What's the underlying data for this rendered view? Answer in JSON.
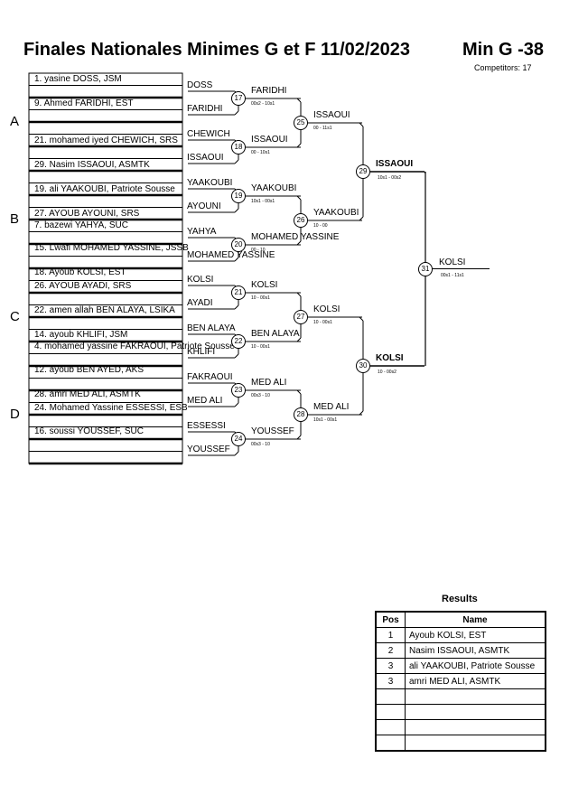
{
  "header": {
    "title": "Finales Nationales Minimes G et F  11/02/2023",
    "category": "Min G -38",
    "competitors": "Competitors: 17"
  },
  "pools": [
    "A",
    "B",
    "C",
    "D"
  ],
  "entries": [
    "1. yasine DOSS, JSM",
    "9. Ahmed FARIDHI, EST",
    "",
    "21. mohamed iyed CHEWICH, SRS",
    "29. Nasim ISSAOUI, ASMTK",
    "19. ali YAAKOUBI, Patriote Sousse",
    "27. AYOUB AYOUNI, SRS",
    "7. bazewi YAHYA, SUC",
    "15. Lwafi MOHAMED YASSINE, JSSB",
    "",
    "18. Ayoub KOLSI, EST",
    "26. AYOUB AYADI, SRS",
    "22. amen allah BEN ALAYA, LSIKA",
    "14. ayoub KHLIFI, JSM",
    "4. mohamed yassine FAKRAOUI, Patriote Sousse",
    "12. ayoub BEN AYED, AKS",
    "28. amri MED ALI, ASMTK",
    "24. Mohamed Yassine ESSESSI, ESB",
    "16. soussi YOUSSEF, SUC",
    ""
  ],
  "round1": [
    {
      "num": "17",
      "top": "DOSS",
      "bottom": "FARIDHI",
      "winner": "FARIDHI",
      "score": "00s2 - 10s1"
    },
    {
      "num": "18",
      "top": "CHEWICH",
      "bottom": "ISSAOUI",
      "winner": "ISSAOUI",
      "score": "00 - 10s1"
    },
    {
      "num": "19",
      "top": "YAAKOUBI",
      "bottom": "AYOUNI",
      "winner": "YAAKOUBI",
      "score": "10s1 - 00s1"
    },
    {
      "num": "20",
      "top": "YAHYA",
      "bottom": "MOHAMED YASSINE",
      "winner": "MOHAMED YASSINE",
      "score": "00 - 10"
    },
    {
      "num": "21",
      "top": "KOLSI",
      "bottom": "AYADI",
      "winner": "KOLSI",
      "score": "10 - 00s1"
    },
    {
      "num": "22",
      "top": "BEN ALAYA",
      "bottom": "KHLIFI",
      "winner": "BEN ALAYA",
      "score": "10 - 00s1"
    },
    {
      "num": "23",
      "top": "FAKRAOUI",
      "bottom": "MED ALI",
      "winner": "MED ALI",
      "score": "00s3 - 10"
    },
    {
      "num": "24",
      "top": "ESSESSI",
      "bottom": "YOUSSEF",
      "winner": "YOUSSEF",
      "score": "00s3 - 10"
    }
  ],
  "round2": [
    {
      "num": "25",
      "winner": "ISSAOUI",
      "score": "00 - 11s1"
    },
    {
      "num": "26",
      "winner": "YAAKOUBI",
      "score": "10 - 00"
    },
    {
      "num": "27",
      "winner": "KOLSI",
      "score": "10 - 00s1"
    },
    {
      "num": "28",
      "winner": "MED ALI",
      "score": "10s1 - 00s1"
    }
  ],
  "semis": [
    {
      "num": "29",
      "winner": "ISSAOUI",
      "score": "10s1 - 00s2"
    },
    {
      "num": "30",
      "winner": "KOLSI",
      "score": "10 - 00s2"
    }
  ],
  "final": {
    "num": "31",
    "winner": "KOLSI",
    "score": "00s1 - 11s1"
  },
  "results": {
    "title": "Results",
    "headers": [
      "Pos",
      "Name"
    ],
    "rows": [
      {
        "pos": "1",
        "name": "Ayoub KOLSI, EST"
      },
      {
        "pos": "2",
        "name": "Nasim ISSAOUI, ASMTK"
      },
      {
        "pos": "3",
        "name": "ali YAAKOUBI, Patriote Sousse"
      },
      {
        "pos": "3",
        "name": "amri MED ALI, ASMTK"
      },
      {
        "pos": "",
        "name": ""
      },
      {
        "pos": "",
        "name": ""
      },
      {
        "pos": "",
        "name": ""
      },
      {
        "pos": "",
        "name": ""
      }
    ]
  }
}
